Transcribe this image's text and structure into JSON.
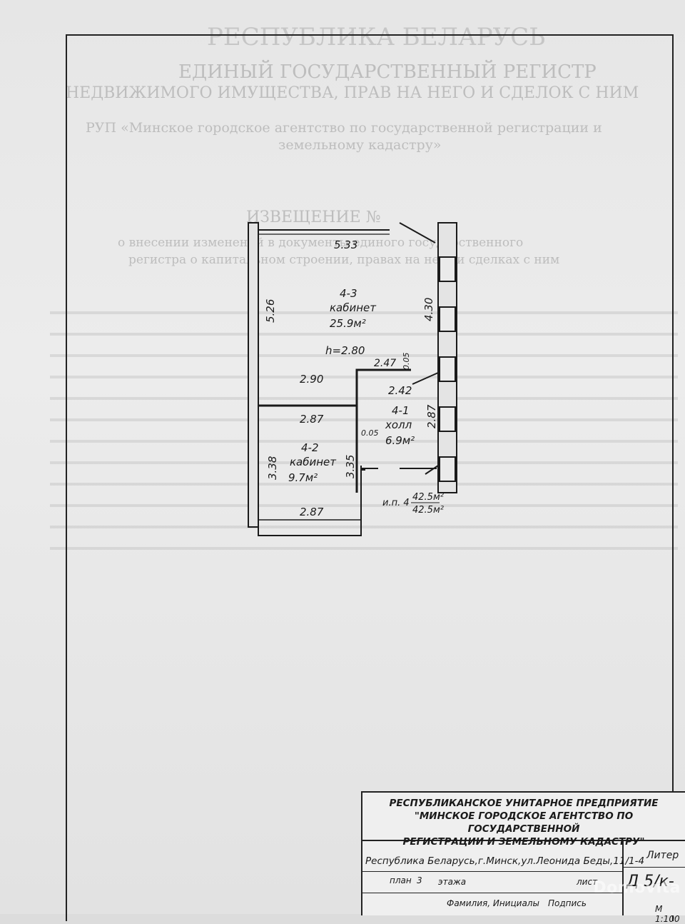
{
  "background_text": {
    "line1": "РЕСПУБЛИКА БЕЛАРУСЬ",
    "line2": "ЕДИНЫЙ ГОСУДАРСТВЕННЫЙ РЕГИСТР",
    "line3": "НЕДВИЖИМОГО ИМУЩЕСТВА, ПРАВ НА НЕГО И СДЕЛОК С НИМ",
    "line4": "РУП «Минское городское агентство по государственной регистрации и",
    "line5": "земельному кадастру»",
    "line6": "ИЗВЕЩЕНИЕ №",
    "line7": "о внесении изменений в документы единого государственного",
    "line8": "регистра о капитальном строении, правах на него и сделках с ним"
  },
  "plan": {
    "room_4_3": {
      "id": "4-3",
      "name": "кабинет",
      "area": "25.9м²"
    },
    "room_4_2": {
      "id": "4-2",
      "name": "кабинет",
      "area": "9.7м²"
    },
    "room_4_1": {
      "id": "4-1",
      "name": "холл",
      "area": "6.9м²"
    },
    "ceiling_height": "h=2.80",
    "dims": {
      "top": "5.33",
      "left_upper": "5.26",
      "right_upper": "4.30",
      "mid_left": "2.90",
      "mid_right": "2.47",
      "small_a": "0.05",
      "hall_top": "2.42",
      "div_length": "2.87",
      "small_b": "0.05",
      "hall_right": "2.87",
      "left_lower": "3.38",
      "div_vertical": "3.35",
      "bottom": "2.87"
    },
    "floor_label": "и.п. 4",
    "total_area_1": "42.5м²",
    "total_area_2": "42.5м²"
  },
  "stamp": {
    "org_line1": "РЕСПУБЛИКАНСКОЕ УНИТАРНОЕ ПРЕДПРИЯТИЕ",
    "org_line2": "\"МИНСКОЕ ГОРОДСКОЕ АГЕНТСТВО ПО ГОСУДАРСТВЕННОЙ",
    "org_line3": "РЕГИСТРАЦИИ И ЗЕМЕЛЬНОМУ КАДАСТРУ\"",
    "address": "Республика Беларусь,г.Минск,ул.Леонида Беды,11/1-4",
    "plan_label": "план",
    "floor_number": "3",
    "floor_word": "этажа",
    "liter_label": "Литер",
    "liter_value": "Д 5/к-",
    "sheet_label": "лист",
    "surname_label": "Фамилия, Инициалы",
    "signature_label": "Подпись",
    "scale": "М 1:100"
  },
  "watermark": "Domovita"
}
